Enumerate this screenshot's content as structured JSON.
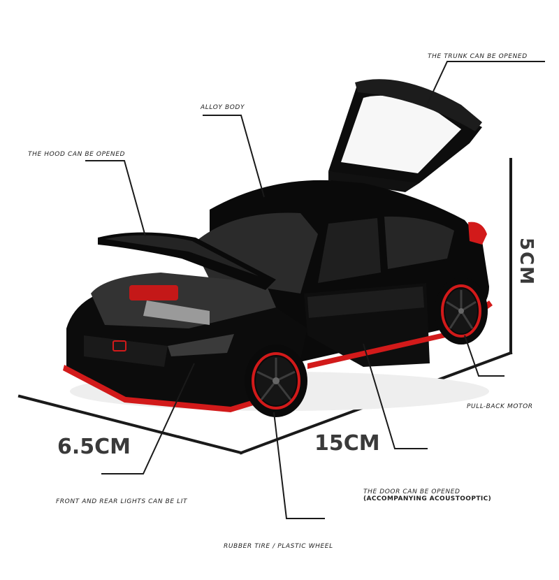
{
  "callouts": {
    "trunk": "THE TRUNK CAN BE OPENED",
    "alloy_body": "ALLOY BODY",
    "hood": "THE HOOD CAN BE OPENED",
    "pull_back": "PULL-BACK MOTOR",
    "door": "THE DOOR CAN BE OPENED",
    "door_sub": "(ACCOMPANYING ACOUSTOOPTIC)",
    "lights": "FRONT AND REAR LIGHTS CAN BE LIT",
    "tire": "RUBBER TIRE / PLASTIC WHEEL"
  },
  "dimensions": {
    "height": "5CM",
    "width": "6.5CM",
    "length": "15CM"
  },
  "colors": {
    "car_body": "#0b0b0b",
    "accent_red": "#d21a1a",
    "line": "#1a1a1a"
  }
}
